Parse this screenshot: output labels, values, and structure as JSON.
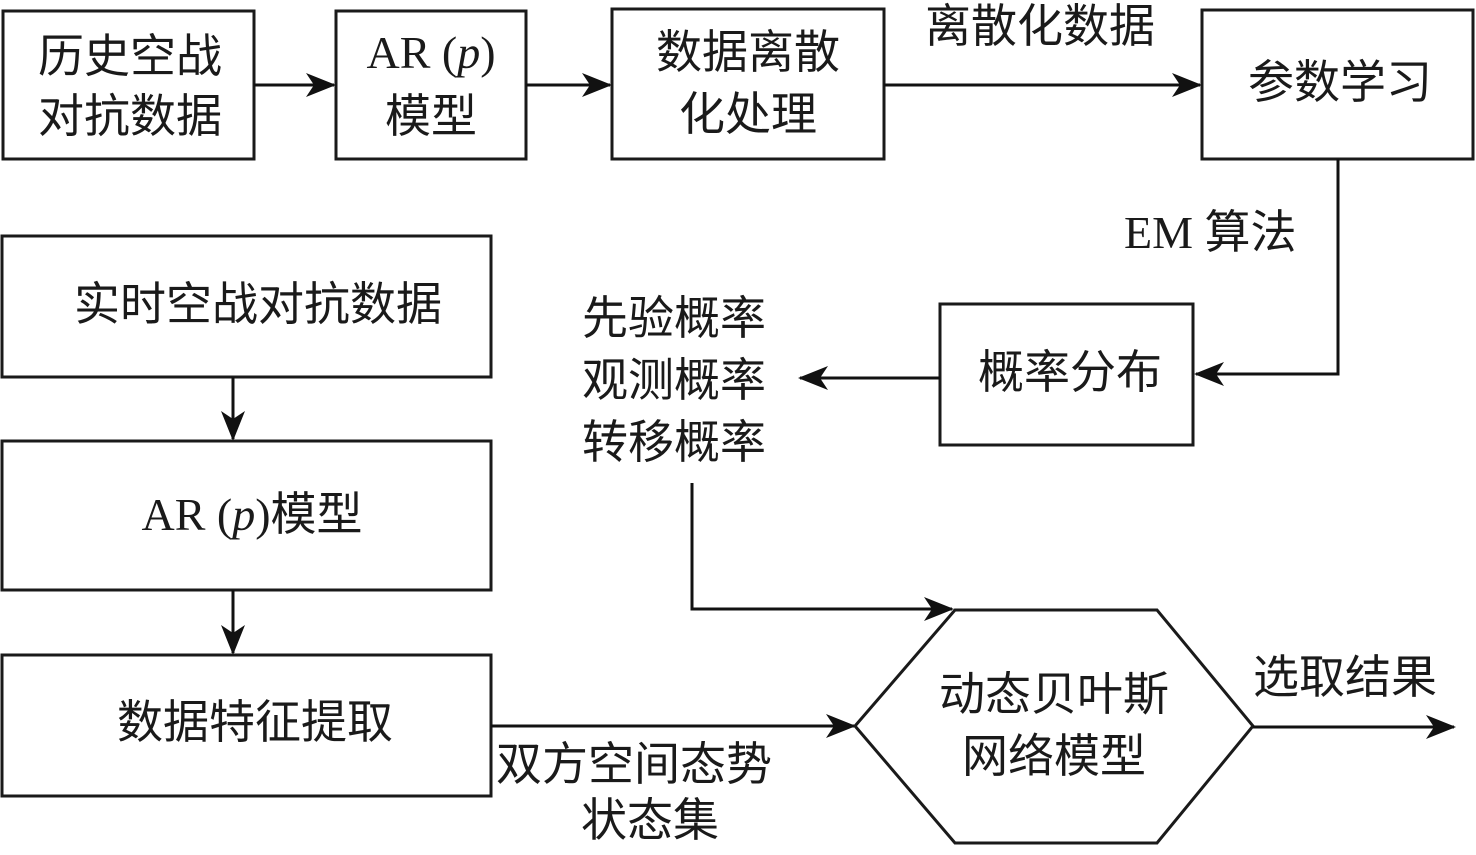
{
  "diagram": {
    "nodes": {
      "history_data": {
        "lines": [
          "历史空战",
          "对抗数据"
        ]
      },
      "ar_model_top": {
        "lines": [
          "AR (p)",
          "模型"
        ]
      },
      "discretize": {
        "lines": [
          "数据离散",
          "化处理"
        ]
      },
      "param_learning": {
        "lines": [
          "参数学习"
        ]
      },
      "prob_dist": {
        "lines": [
          "概率分布"
        ]
      },
      "realtime_data": {
        "lines": [
          "实时空战对抗数据"
        ]
      },
      "ar_model_bottom": {
        "lines": [
          "AR (p)模型"
        ]
      },
      "feature_extract": {
        "lines": [
          "数据特征提取"
        ]
      },
      "dbn_model": {
        "lines": [
          "动态贝叶斯",
          "网络模型"
        ]
      }
    },
    "labels": {
      "discrete_data": "离散化数据",
      "em_algorithm": "EM 算法",
      "probabilities": [
        "先验概率",
        "观测概率",
        "转移概率"
      ],
      "state_set": [
        "双方空间态势",
        "状态集"
      ],
      "select_result": "选取结果"
    },
    "edges": [
      {
        "from": "history_data",
        "to": "ar_model_top"
      },
      {
        "from": "ar_model_top",
        "to": "discretize"
      },
      {
        "from": "discretize",
        "to": "param_learning",
        "label": "离散化数据"
      },
      {
        "from": "param_learning",
        "to": "prob_dist",
        "label": "EM 算法"
      },
      {
        "from": "prob_dist",
        "to": "probabilities"
      },
      {
        "from": "probabilities",
        "to": "dbn_model"
      },
      {
        "from": "realtime_data",
        "to": "ar_model_bottom"
      },
      {
        "from": "ar_model_bottom",
        "to": "feature_extract"
      },
      {
        "from": "feature_extract",
        "to": "dbn_model",
        "label": "双方空间态势状态集"
      },
      {
        "from": "dbn_model",
        "to": "output",
        "label": "选取结果"
      }
    ]
  }
}
